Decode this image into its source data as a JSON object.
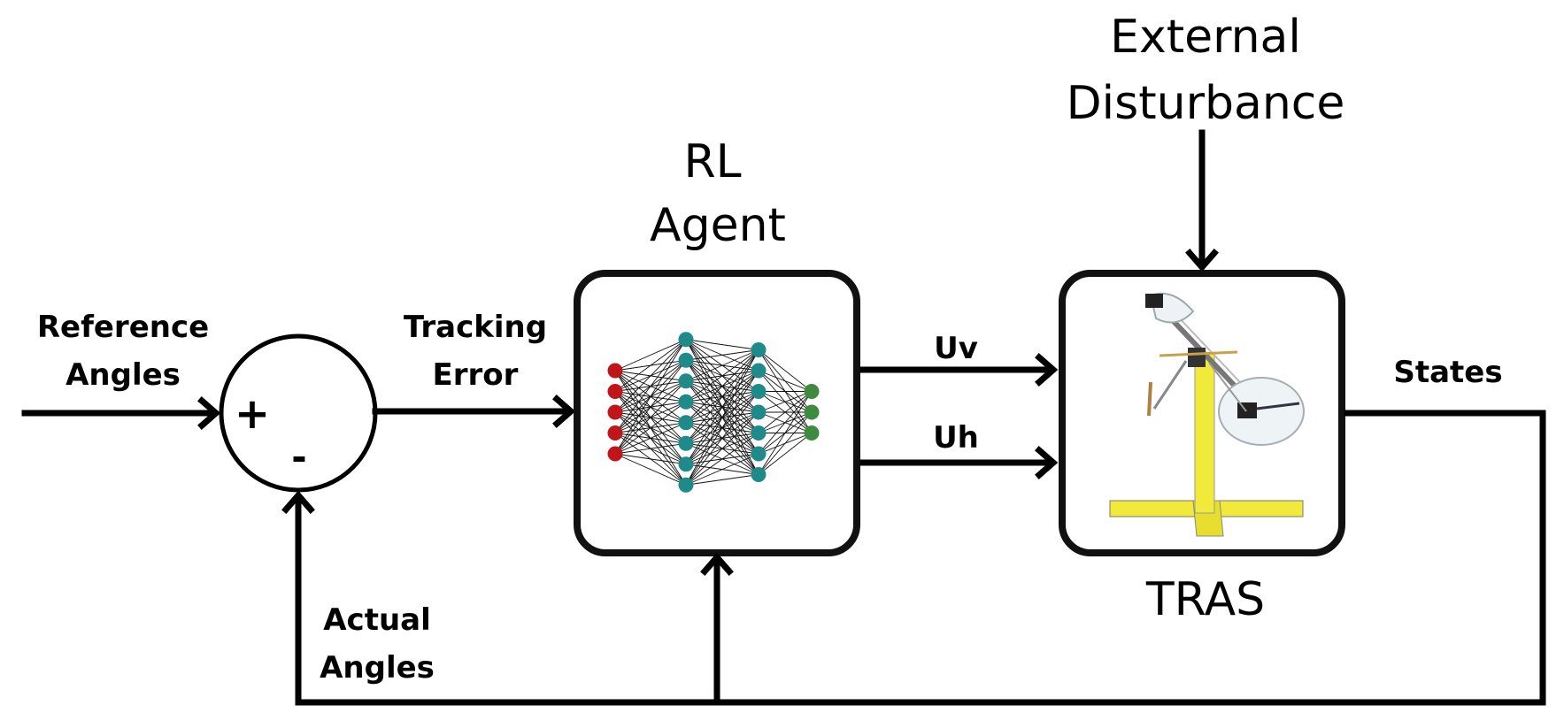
{
  "labels": {
    "reference_line1": "Reference",
    "reference_line2": "Angles",
    "tracking_line1": "Tracking",
    "tracking_line2": "Error",
    "agent_line1": "RL",
    "agent_line2": "Agent",
    "disturbance_line1": "External",
    "disturbance_line2": "Disturbance",
    "uv": "Uv",
    "uh": "Uh",
    "states": "States",
    "actual_line1": "Actual",
    "actual_line2": "Angles",
    "tras": "TRAS"
  },
  "summing_junction": {
    "plus": "+",
    "minus": "-"
  },
  "neural_network": {
    "layers": [
      5,
      8,
      7,
      3
    ],
    "colors": [
      "#c0161a",
      "#1f8a8a",
      "#1f8a8a",
      "#3e8a3e"
    ]
  },
  "colors": {
    "line": "#000000",
    "box_border": "#111111",
    "tras_yellow": "#f2ea3a"
  }
}
